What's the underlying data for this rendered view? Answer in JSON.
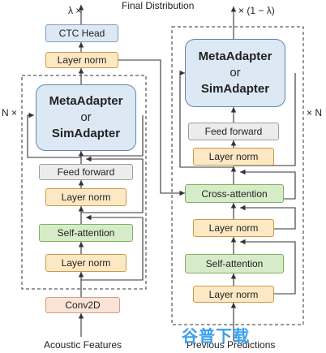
{
  "encoder": {
    "conv": "Conv2D",
    "layer_norm": "Layer norm",
    "self_attention": "Self-attention",
    "feed_forward": "Feed forward",
    "adapter_line1": "MetaAdapter",
    "adapter_or": "or",
    "adapter_line2": "SimAdapter",
    "repeat": "N ×",
    "top_layer_norm": "Layer norm",
    "ctc_head": "CTC Head",
    "ctc_weight": "λ ×",
    "input": "Acoustic Features"
  },
  "decoder": {
    "layer_norm": "Layer norm",
    "self_attention": "Self-attention",
    "cross_attention": "Cross-attention",
    "feed_forward": "Feed forward",
    "adapter_line1": "MetaAdapter",
    "adapter_or": "or",
    "adapter_line2": "SimAdapter",
    "repeat": "× N",
    "weight": "× (1 − λ)",
    "input": "Previous Predictions"
  },
  "output": "Final Distribution",
  "watermark": "谷普下载"
}
